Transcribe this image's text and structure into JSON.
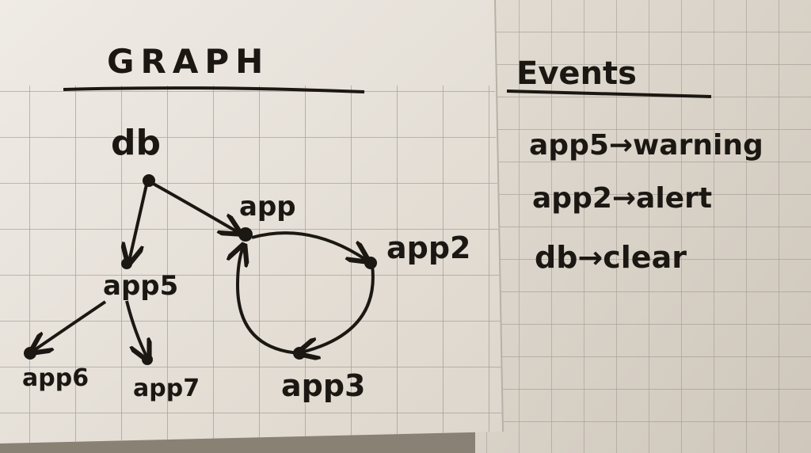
{
  "graph": {
    "title": "GRAPH",
    "nodes": [
      {
        "id": "db",
        "label": "db"
      },
      {
        "id": "app",
        "label": "app"
      },
      {
        "id": "app2",
        "label": "app2"
      },
      {
        "id": "app3",
        "label": "app3"
      },
      {
        "id": "app5",
        "label": "app5"
      },
      {
        "id": "app6",
        "label": "app6"
      },
      {
        "id": "app7",
        "label": "app7"
      }
    ],
    "edges": [
      {
        "from": "db",
        "to": "app"
      },
      {
        "from": "db",
        "to": "app5"
      },
      {
        "from": "app",
        "to": "app2"
      },
      {
        "from": "app2",
        "to": "app3"
      },
      {
        "from": "app3",
        "to": "app"
      },
      {
        "from": "app5",
        "to": "app6"
      },
      {
        "from": "app5",
        "to": "app7"
      }
    ]
  },
  "events": {
    "title": "Events",
    "items": [
      {
        "source": "app5",
        "arrow": "→",
        "event": "warning",
        "text": "app5→warning"
      },
      {
        "source": "app2",
        "arrow": "→",
        "event": "alert",
        "text": "app2→alert"
      },
      {
        "source": "db",
        "arrow": "→",
        "event": "clear",
        "text": "db→clear"
      }
    ]
  },
  "colors": {
    "paper_left": "#e9e4dc",
    "paper_right": "#d9d2c8",
    "grid": "#8f8a86",
    "ink": "#1b1712",
    "table": "#8a8175"
  }
}
